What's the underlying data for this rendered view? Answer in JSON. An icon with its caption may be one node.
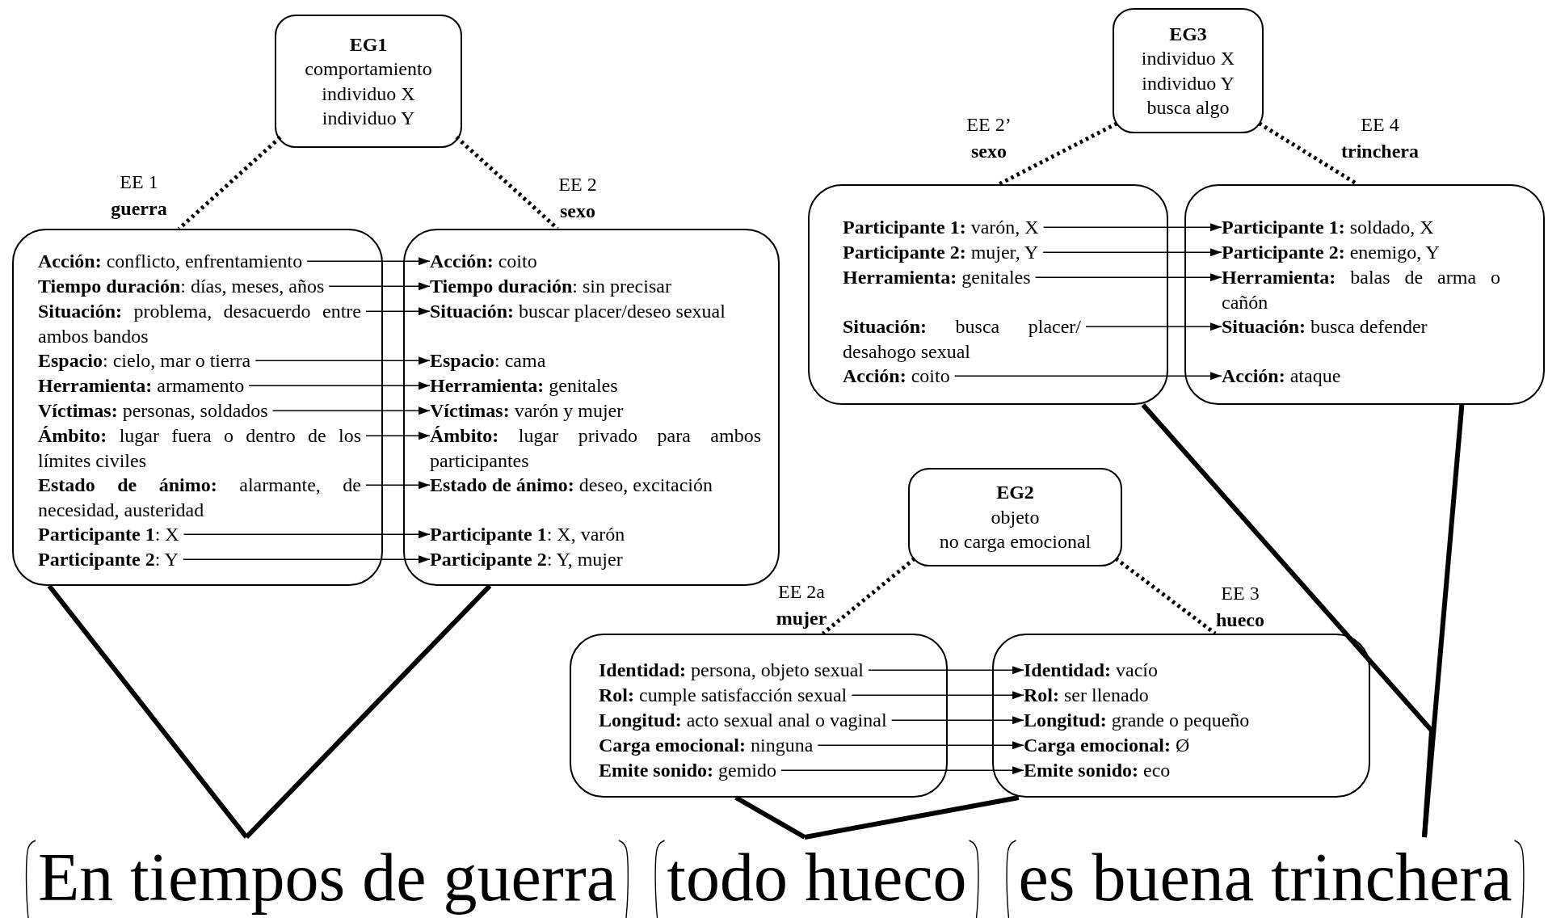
{
  "diagram": {
    "nodes": [
      {
        "text": [
          "EG1",
          "comportamiento",
          "individuo X",
          "individuo Y"
        ]
      },
      {
        "text": [],
        "shape": "box",
        "beside": [
          "EE 1",
          "guerra"
        ]
      },
      {
        "text": [
          "**Acción:** conflicto, enfrentamiento"
        ],
        "in": 1
      },
      {
        "text": [
          "**Tiempo duración**: días, meses, años"
        ],
        "in": 1
      },
      {
        "text": [
          "**Situación:** problema, desacuerdo entre ambos bandos"
        ],
        "in": 1
      },
      {
        "text": [
          "**Espacio**: cielo, mar o tierra"
        ],
        "in": 1
      },
      {
        "text": [
          "**Herramienta:** armamento"
        ],
        "in": 1
      },
      {
        "text": [
          "**Víctimas:** personas, soldados"
        ],
        "in": 1
      },
      {
        "text": [
          "**Ámbito:** lugar fuera o dentro de los límites civiles"
        ],
        "in": 1
      },
      {
        "text": [
          "**Estado de ánimo:** alarmante, de necesidad, austeridad"
        ],
        "in": 1
      },
      {
        "text": [
          "**Participante 1**: X"
        ],
        "in": 1
      },
      {
        "text": [
          "**Participante 2**: Y"
        ],
        "in": 1
      },
      {
        "text": [],
        "shape": "box",
        "beside": [
          "EE 2",
          "sexo"
        ]
      },
      {
        "text": [
          "**Acción:** coito"
        ],
        "in": 12
      },
      {
        "text": [
          "**Tiempo duración**: sin precisar"
        ],
        "in": 12
      },
      {
        "text": [
          "**Situación:** buscar placer/deseo sexual"
        ],
        "in": 12
      },
      {
        "text": [
          "**Espacio**: cama"
        ],
        "in": 12
      },
      {
        "text": [
          "**Herramienta:** genitales"
        ],
        "in": 12
      },
      {
        "text": [
          "**Víctimas:** varón y mujer"
        ],
        "in": 12
      },
      {
        "text": [
          "**Ámbito:** lugar privado para ambos participantes"
        ],
        "in": 12
      },
      {
        "text": [
          "**Estado de ánimo:** deseo, excitación"
        ],
        "in": 12
      },
      {
        "text": [
          "**Participante 1**: X, varón"
        ],
        "in": 12
      },
      {
        "text": [
          "**Participante 2**: Y, mujer"
        ],
        "in": 12
      },
      {
        "text": [
          "EG3",
          "individuo X",
          "individuo Y",
          "busca algo"
        ]
      },
      {
        "text": [],
        "shape": "box",
        "beside": [
          "EE 2’",
          "sexo"
        ]
      },
      {
        "text": [
          "**Participante 1:** varón, X"
        ],
        "in": 24
      },
      {
        "text": [
          "**Participante 2:** mujer, Y"
        ],
        "in": 24
      },
      {
        "text": [
          "**Herramienta:** genitales"
        ],
        "in": 24
      },
      {
        "text": [
          "**Situación:** busca placer/ desahogo sexual"
        ],
        "in": 24
      },
      {
        "text": [
          "**Acción:** coito"
        ],
        "in": 24
      },
      {
        "text": [],
        "shape": "box",
        "beside": [
          "EE 4",
          "trinchera"
        ]
      },
      {
        "text": [
          "**Participante 1:** soldado, X"
        ],
        "in": 30
      },
      {
        "text": [
          "**Participante 2:** enemigo, Y"
        ],
        "in": 30
      },
      {
        "text": [
          "**Herramienta:** balas de arma o cañón"
        ],
        "in": 30
      },
      {
        "text": [
          "**Situación:** busca defender"
        ],
        "in": 30
      },
      {
        "text": [
          "**Acción:** ataque"
        ],
        "in": 30
      },
      {
        "text": [
          "EG2",
          "objeto",
          "no carga emocional"
        ]
      },
      {
        "text": [],
        "shape": "box",
        "beside": [
          "EE 2a",
          "mujer"
        ]
      },
      {
        "text": [
          "**Identidad:** persona, objeto sexual"
        ],
        "in": 37
      },
      {
        "text": [
          "**Rol:** cumple satisfacción sexual"
        ],
        "in": 37
      },
      {
        "text": [
          "**Longitud:** acto sexual anal o vaginal"
        ],
        "in": 37
      },
      {
        "text": [
          "**Carga emocional:** ninguna"
        ],
        "in": 37
      },
      {
        "text": [
          "**Emite sonido:** gemido"
        ],
        "in": 37
      },
      {
        "text": [],
        "shape": "box",
        "beside": [
          "EE 3",
          "hueco"
        ]
      },
      {
        "text": [
          "**Identidad:** vacío"
        ],
        "in": 43
      },
      {
        "text": [
          "**Rol:** ser llenado"
        ],
        "in": 43
      },
      {
        "text": [
          "**Longitud:** grande o pequeño"
        ],
        "in": 43
      },
      {
        "text": [
          "**Carga emocional:** Ø"
        ],
        "in": 43
      },
      {
        "text": [
          "**Emite sonido:** eco"
        ],
        "in": 43
      },
      {
        "text": [
          "En tiempos de guerra"
        ]
      },
      {
        "text": [
          "todo hueco"
        ]
      },
      {
        "text": [
          "es buena trinchera"
        ]
      }
    ],
    "edges": [
      {
        "from": 0,
        "to": 1,
        "arrow": "none",
        "style": "dashed"
      },
      {
        "from": 0,
        "to": 12,
        "arrow": "none",
        "style": "dashed"
      },
      {
        "from": 2,
        "to": 13,
        "arrow": "to"
      },
      {
        "from": 3,
        "to": 14,
        "arrow": "to"
      },
      {
        "from": 4,
        "to": 15,
        "arrow": "to"
      },
      {
        "from": 5,
        "to": 16,
        "arrow": "to"
      },
      {
        "from": 6,
        "to": 17,
        "arrow": "to"
      },
      {
        "from": 7,
        "to": 18,
        "arrow": "to"
      },
      {
        "from": 8,
        "to": 19,
        "arrow": "to"
      },
      {
        "from": 9,
        "to": 20,
        "arrow": "to"
      },
      {
        "from": 10,
        "to": 21,
        "arrow": "to"
      },
      {
        "from": 11,
        "to": 22,
        "arrow": "to"
      },
      {
        "from": 23,
        "to": 24,
        "arrow": "none",
        "style": "dashed"
      },
      {
        "from": 23,
        "to": 30,
        "arrow": "none",
        "style": "dashed"
      },
      {
        "from": 25,
        "to": 31,
        "arrow": "to"
      },
      {
        "from": 26,
        "to": 32,
        "arrow": "to"
      },
      {
        "from": 27,
        "to": 33,
        "arrow": "to"
      },
      {
        "from": 28,
        "to": 34,
        "arrow": "to"
      },
      {
        "from": 29,
        "to": 35,
        "arrow": "to"
      },
      {
        "from": 36,
        "to": 37,
        "arrow": "none",
        "style": "dashed"
      },
      {
        "from": 36,
        "to": 43,
        "arrow": "none",
        "style": "dashed"
      },
      {
        "from": 38,
        "to": 44,
        "arrow": "to"
      },
      {
        "from": 39,
        "to": 45,
        "arrow": "to"
      },
      {
        "from": 40,
        "to": 46,
        "arrow": "to"
      },
      {
        "from": 41,
        "to": 47,
        "arrow": "to"
      },
      {
        "from": 42,
        "to": 48,
        "arrow": "to"
      },
      {
        "from": 1,
        "to": 49,
        "arrow": "none",
        "style": "thick"
      },
      {
        "from": 12,
        "to": 49,
        "arrow": "none",
        "style": "thick"
      },
      {
        "from": 37,
        "to": 50,
        "arrow": "none",
        "style": "thick"
      },
      {
        "from": 43,
        "to": 50,
        "arrow": "none",
        "style": "thick"
      },
      {
        "from": 24,
        "to": 51,
        "arrow": "none",
        "style": "thick"
      },
      {
        "from": 30,
        "to": 51,
        "arrow": "none",
        "style": "thick"
      }
    ]
  }
}
